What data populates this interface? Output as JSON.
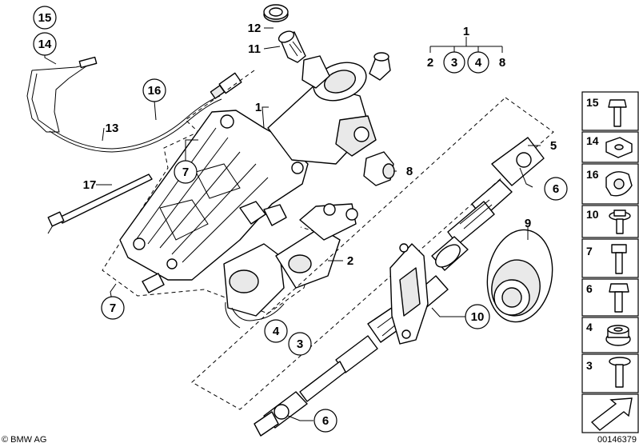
{
  "callouts": {
    "c15": "15",
    "c14": "14",
    "c16": "16",
    "c13": "13",
    "c17": "17",
    "c7a": "7",
    "c7b": "7",
    "c12": "12",
    "c11": "11",
    "c1": "1",
    "c8": "8",
    "c2": "2",
    "c4": "4",
    "c3": "3",
    "c5": "5",
    "c6a": "6",
    "c9": "9",
    "c10": "10",
    "c6b": "6"
  },
  "set_group": {
    "top": "1",
    "items": [
      "2",
      "3",
      "4",
      "8"
    ]
  },
  "sidebar": {
    "items": [
      {
        "label": "15",
        "icon": "bolt-icon"
      },
      {
        "label": "14",
        "icon": "clip-nut-icon"
      },
      {
        "label": "16",
        "icon": "cable-clip-icon"
      },
      {
        "label": "10",
        "icon": "flange-bolt-icon"
      },
      {
        "label": "7",
        "icon": "bolt-icon"
      },
      {
        "label": "6",
        "icon": "hex-bolt-icon"
      },
      {
        "label": "4",
        "icon": "grommet-icon"
      },
      {
        "label": "3",
        "icon": "screw-icon"
      }
    ]
  },
  "footer": {
    "brand": "© BMW AG",
    "diagram_number": "00146379"
  }
}
